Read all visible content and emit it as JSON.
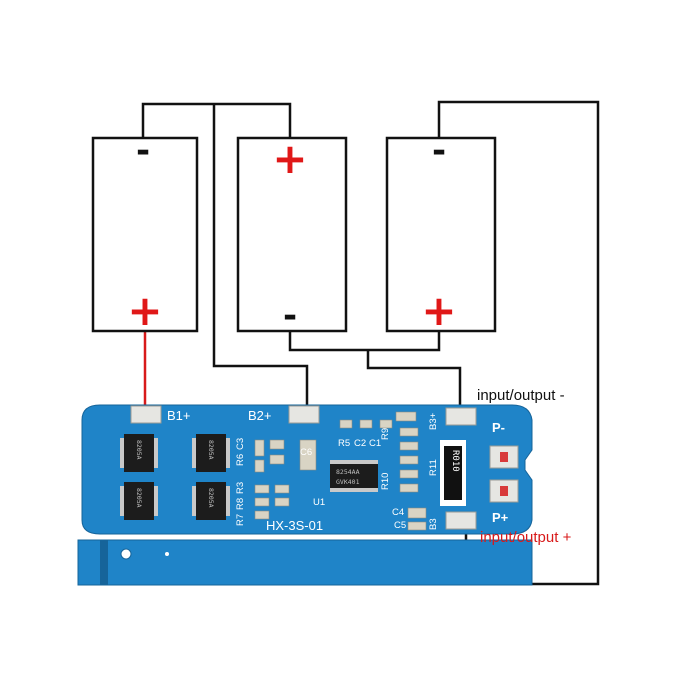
{
  "cells": [
    {
      "id": "cell-1",
      "top_terminal": "-",
      "bottom_terminal": "+"
    },
    {
      "id": "cell-2",
      "top_terminal": "+",
      "bottom_terminal": "-"
    },
    {
      "id": "cell-3",
      "top_terminal": "-",
      "bottom_terminal": "+"
    }
  ],
  "board": {
    "model": "HX-3S-01",
    "pads": {
      "b1": "B1+",
      "b2": "B2+",
      "b3": "B3+",
      "b_minus": "B3",
      "p_minus": "P-",
      "p_plus": "P+"
    },
    "components": {
      "c6": "C6",
      "c3": "C3",
      "r6": "R6",
      "u1": "U1",
      "r5": "R5",
      "c2": "C2",
      "c1": "C1",
      "r10": "R10",
      "r11": "R11",
      "r3": "R3",
      "r8": "R8",
      "r7": "R7",
      "r9": "R9",
      "c4": "C4",
      "c5": "C5",
      "ic_main": "8254AA",
      "ic_main_2": "GVK401",
      "resistor": "R010",
      "mosfet": "8205A"
    }
  },
  "callouts": {
    "output_minus": "input/output -",
    "output_plus": "input/output +"
  },
  "colors": {
    "pcb": "#1f84c8",
    "plus_sign": "#e01818",
    "wire": "#111111",
    "red_wire": "#d81a1a"
  }
}
